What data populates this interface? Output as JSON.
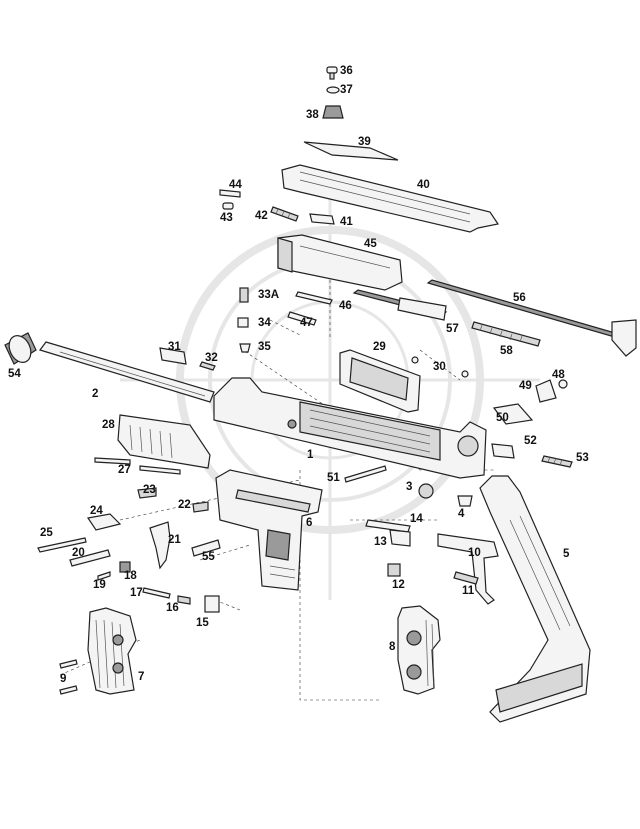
{
  "labels": [
    {
      "id": "p36",
      "text": "36"
    },
    {
      "id": "p37",
      "text": "37"
    },
    {
      "id": "p38",
      "text": "38"
    },
    {
      "id": "p39",
      "text": "39"
    },
    {
      "id": "p40",
      "text": "40"
    },
    {
      "id": "p44",
      "text": "44"
    },
    {
      "id": "p43",
      "text": "43"
    },
    {
      "id": "p42",
      "text": "42"
    },
    {
      "id": "p41",
      "text": "41"
    },
    {
      "id": "p45",
      "text": "45"
    },
    {
      "id": "p33A",
      "text": "33A"
    },
    {
      "id": "p56",
      "text": "56"
    },
    {
      "id": "p46",
      "text": "46"
    },
    {
      "id": "p34",
      "text": "34"
    },
    {
      "id": "p47",
      "text": "47"
    },
    {
      "id": "p57",
      "text": "57"
    },
    {
      "id": "p58",
      "text": "58"
    },
    {
      "id": "p31",
      "text": "31"
    },
    {
      "id": "p35",
      "text": "35"
    },
    {
      "id": "p29",
      "text": "29"
    },
    {
      "id": "p32",
      "text": "32"
    },
    {
      "id": "p54",
      "text": "54"
    },
    {
      "id": "p30",
      "text": "30"
    },
    {
      "id": "p48",
      "text": "48"
    },
    {
      "id": "p49",
      "text": "49"
    },
    {
      "id": "p2",
      "text": "2"
    },
    {
      "id": "p50",
      "text": "50"
    },
    {
      "id": "p28",
      "text": "28"
    },
    {
      "id": "p52",
      "text": "52"
    },
    {
      "id": "p1",
      "text": "1"
    },
    {
      "id": "p53",
      "text": "53"
    },
    {
      "id": "p27",
      "text": "27"
    },
    {
      "id": "p51",
      "text": "51"
    },
    {
      "id": "p3",
      "text": "3"
    },
    {
      "id": "p23",
      "text": "23"
    },
    {
      "id": "p4",
      "text": "4"
    },
    {
      "id": "p22",
      "text": "22"
    },
    {
      "id": "p24",
      "text": "24"
    },
    {
      "id": "p14",
      "text": "14"
    },
    {
      "id": "p6",
      "text": "6"
    },
    {
      "id": "p25",
      "text": "25"
    },
    {
      "id": "p21",
      "text": "21"
    },
    {
      "id": "p13",
      "text": "13"
    },
    {
      "id": "p5",
      "text": "5"
    },
    {
      "id": "p20",
      "text": "20"
    },
    {
      "id": "p10",
      "text": "10"
    },
    {
      "id": "p55",
      "text": "55"
    },
    {
      "id": "p18",
      "text": "18"
    },
    {
      "id": "p19",
      "text": "19"
    },
    {
      "id": "p12",
      "text": "12"
    },
    {
      "id": "p11",
      "text": "11"
    },
    {
      "id": "p17",
      "text": "17"
    },
    {
      "id": "p16",
      "text": "16"
    },
    {
      "id": "p15",
      "text": "15"
    },
    {
      "id": "p8",
      "text": "8"
    },
    {
      "id": "p9",
      "text": "9"
    },
    {
      "id": "p7",
      "text": "7"
    }
  ]
}
